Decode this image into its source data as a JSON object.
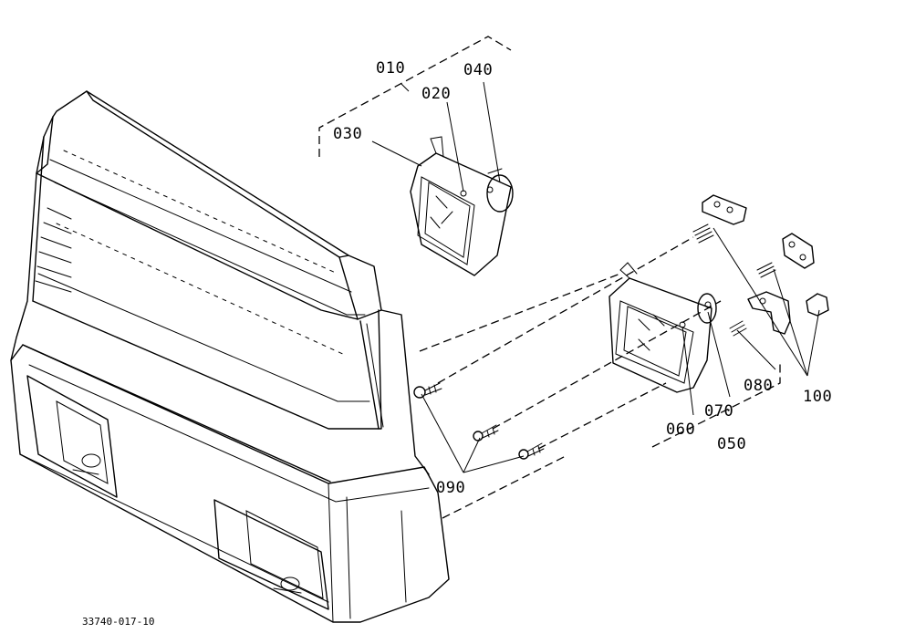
{
  "drawing_code": "33740-017-10",
  "callouts": {
    "p010": "010",
    "p020": "020",
    "p030": "030",
    "p040": "040",
    "p050": "050",
    "p060": "060",
    "p070": "070",
    "p080": "080",
    "p090": "090",
    "p100": "100"
  }
}
